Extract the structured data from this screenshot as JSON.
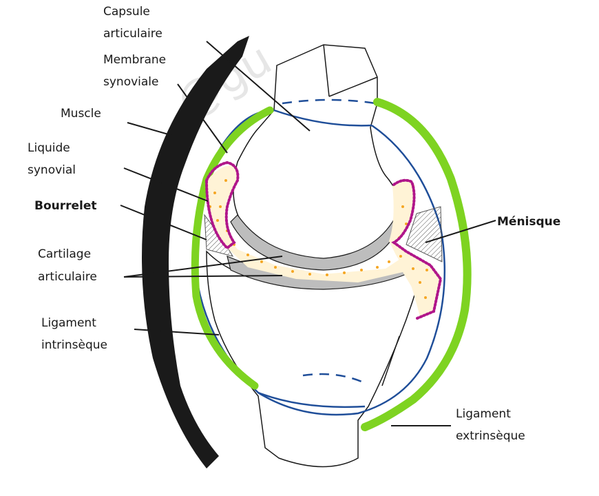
{
  "watermark": "@gu",
  "labels": {
    "capsule": [
      "Capsule",
      "articulaire"
    ],
    "membrane": [
      "Membrane",
      "synoviale"
    ],
    "muscle": [
      "Muscle"
    ],
    "liquide": [
      "Liquide",
      "synovial"
    ],
    "bourrelet": [
      "Bourrelet"
    ],
    "cartilage": [
      "Cartilage",
      "articulaire"
    ],
    "lig_intrinseque": [
      "Ligament",
      "intrinsèque"
    ],
    "menisque": [
      "Ménisque"
    ],
    "lig_extrinseque": [
      "Ligament",
      "extrinsèque"
    ]
  },
  "colors": {
    "ligament": "#7ed321",
    "membrane": "#1f4e99",
    "capsule_dots": "#b0168a",
    "liquid_dots": "#f5a623",
    "muscle": "#1a1a1a",
    "cartilage": "#bdbdbd"
  }
}
